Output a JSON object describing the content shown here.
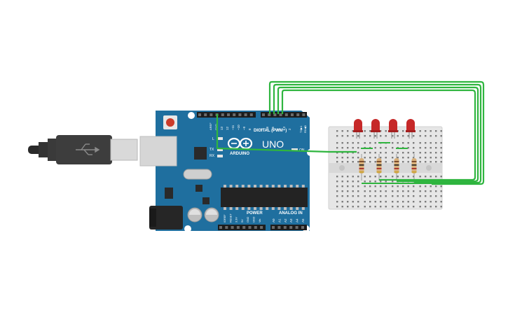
{
  "board": {
    "brand": "ARDUINO",
    "model": "UNO",
    "digital_header_label": "DIGITAL (PWM~)",
    "power_label": "POWER",
    "analog_label": "ANALOG IN",
    "on_label": "ON",
    "tx_label": "TX",
    "rx_label": "RX",
    "l_label": "L",
    "aref_label": "AREF",
    "gnd_label": "GND",
    "tx_pin_label": "TX▶1",
    "rx_pin_label": "RX◀0",
    "digital_pins": [
      "13",
      "12",
      "~11",
      "~10",
      "~9",
      "8",
      "7",
      "~6",
      "~5",
      "4",
      "~3",
      "2"
    ],
    "power_pins": [
      "IOREF",
      "RESET",
      "3.3V",
      "5V",
      "GND",
      "GND",
      "Vin"
    ],
    "analog_pins": [
      "A0",
      "A1",
      "A2",
      "A3",
      "A4",
      "A5"
    ]
  },
  "breadboard": {
    "leds": 4,
    "resistors": 4
  },
  "colors": {
    "board": "#1f6f9f",
    "wire": "#2fb53f",
    "led": "#c62828",
    "breadboard": "#e6e6e6"
  }
}
